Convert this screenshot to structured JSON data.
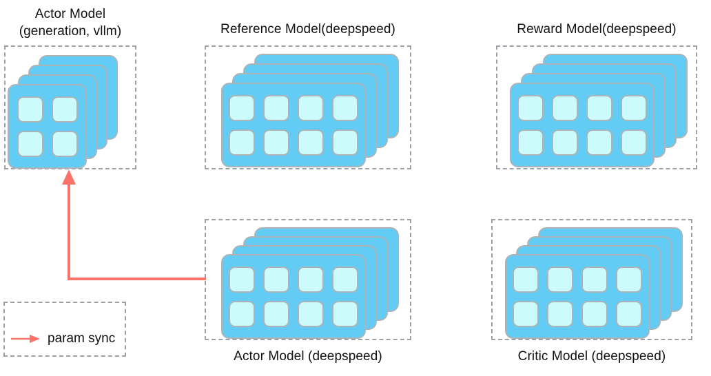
{
  "diagram": {
    "title_text_color": "#111111",
    "colors": {
      "card_fill": "#62CCF5",
      "card_stroke": "#ADB4B8",
      "cell_fill": "#CBFCFB",
      "cell_stroke": "#ADB4B8",
      "group_border": "#9AA0A6",
      "arrow": "#FA7268",
      "background": "#FFFFFF"
    },
    "groups": [
      {
        "id": "actor-vllm",
        "caption": "Actor Model\n(generation, vllm)",
        "caption_position": "above",
        "cards": 4,
        "cell_cols": 2,
        "cell_rows": 2
      },
      {
        "id": "reference-model",
        "caption": "Reference Model(deepspeed)",
        "caption_position": "above",
        "cards": 4,
        "cell_cols": 4,
        "cell_rows": 2
      },
      {
        "id": "reward-model",
        "caption": "Reward Model(deepspeed)",
        "caption_position": "above",
        "cards": 4,
        "cell_cols": 4,
        "cell_rows": 2
      },
      {
        "id": "actor-deepspeed",
        "caption": "Actor Model (deepspeed)",
        "caption_position": "below",
        "cards": 4,
        "cell_cols": 4,
        "cell_rows": 2
      },
      {
        "id": "critic-model",
        "caption": "Critic Model (deepspeed)",
        "caption_position": "below",
        "cards": 4,
        "cell_cols": 4,
        "cell_rows": 2
      }
    ],
    "connector": {
      "label": "param sync",
      "from": "actor-deepspeed",
      "to": "actor-vllm"
    },
    "legend": {
      "items": [
        {
          "label": "param sync",
          "marker": "arrow"
        }
      ]
    }
  }
}
